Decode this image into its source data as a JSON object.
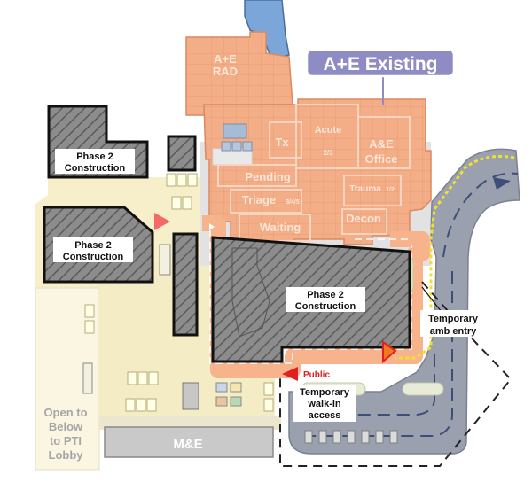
{
  "title_badge": "A+E Existing",
  "zones": {
    "ae_rad": [
      "A+E",
      "RAD"
    ],
    "tx": "Tx",
    "acute": "Acute",
    "acute_sub": "2/3",
    "ae_office": [
      "A&E",
      "Office"
    ],
    "pending": "Pending",
    "triage": "Triage",
    "triage_sub": "3/4/5",
    "trauma": "Trauma",
    "trauma_sub": "1/2",
    "waiting": "Waiting",
    "decon": "Decon"
  },
  "construction_label": [
    "Phase 2",
    "Construction"
  ],
  "me_label": "M&E",
  "open_below": [
    "Open to",
    "Below",
    "to PTI",
    "Lobby"
  ],
  "amb_entry": [
    "Temporary",
    "amb entry"
  ],
  "public_label": "Public",
  "walk_in": [
    "Temporary",
    "walk-in",
    "access"
  ],
  "colors": {
    "salmon": "#f2a882",
    "hatch_fill": "#8a8a8a",
    "cream": "#f7efc9",
    "road": "#9aa0ad",
    "badge": "#8e8cc2",
    "water": "#7aa6d9",
    "arrow_red": "#e02020"
  }
}
